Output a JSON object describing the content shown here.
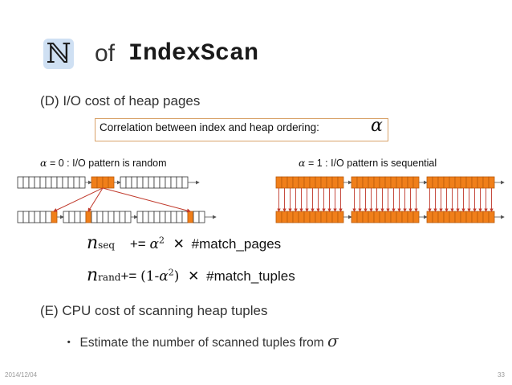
{
  "title": {
    "badge": "ℕ",
    "of": "of",
    "code": "IndexScan"
  },
  "section_d": "(D) I/O cost of heap pages",
  "correlation": {
    "text": "Correlation between index and heap ordering:",
    "symbol": "α"
  },
  "random_pattern": {
    "symbol": "α",
    "value": "= 0",
    "label": ": I/O pattern is random"
  },
  "sequential_pattern": {
    "symbol": "α",
    "value": "= 1",
    "label": ": I/O pattern is sequential"
  },
  "formula_seq": {
    "var": "n",
    "sub": "seq",
    "op": "+=",
    "alpha": "α",
    "exp": "2",
    "times": "✕",
    "term": "#match_pages"
  },
  "formula_rand": {
    "var": "n",
    "sub": "rand",
    "op": "+=",
    "lparen": "(1-",
    "alpha": "α",
    "exp": "2",
    "rparen": ")",
    "times": "✕",
    "term": "#match_tuples"
  },
  "section_e": "(E) CPU cost of scanning heap tuples",
  "bullet": {
    "marker": "・",
    "text": "Estimate the number of scanned tuples from",
    "symbol": "σ"
  },
  "footer": {
    "date": "2014/12/04",
    "page": "33"
  },
  "colors": {
    "orange": "#f07f1a",
    "orange_border": "#b85a0c",
    "red": "#c0392b",
    "badge": "#cfe0f3"
  }
}
